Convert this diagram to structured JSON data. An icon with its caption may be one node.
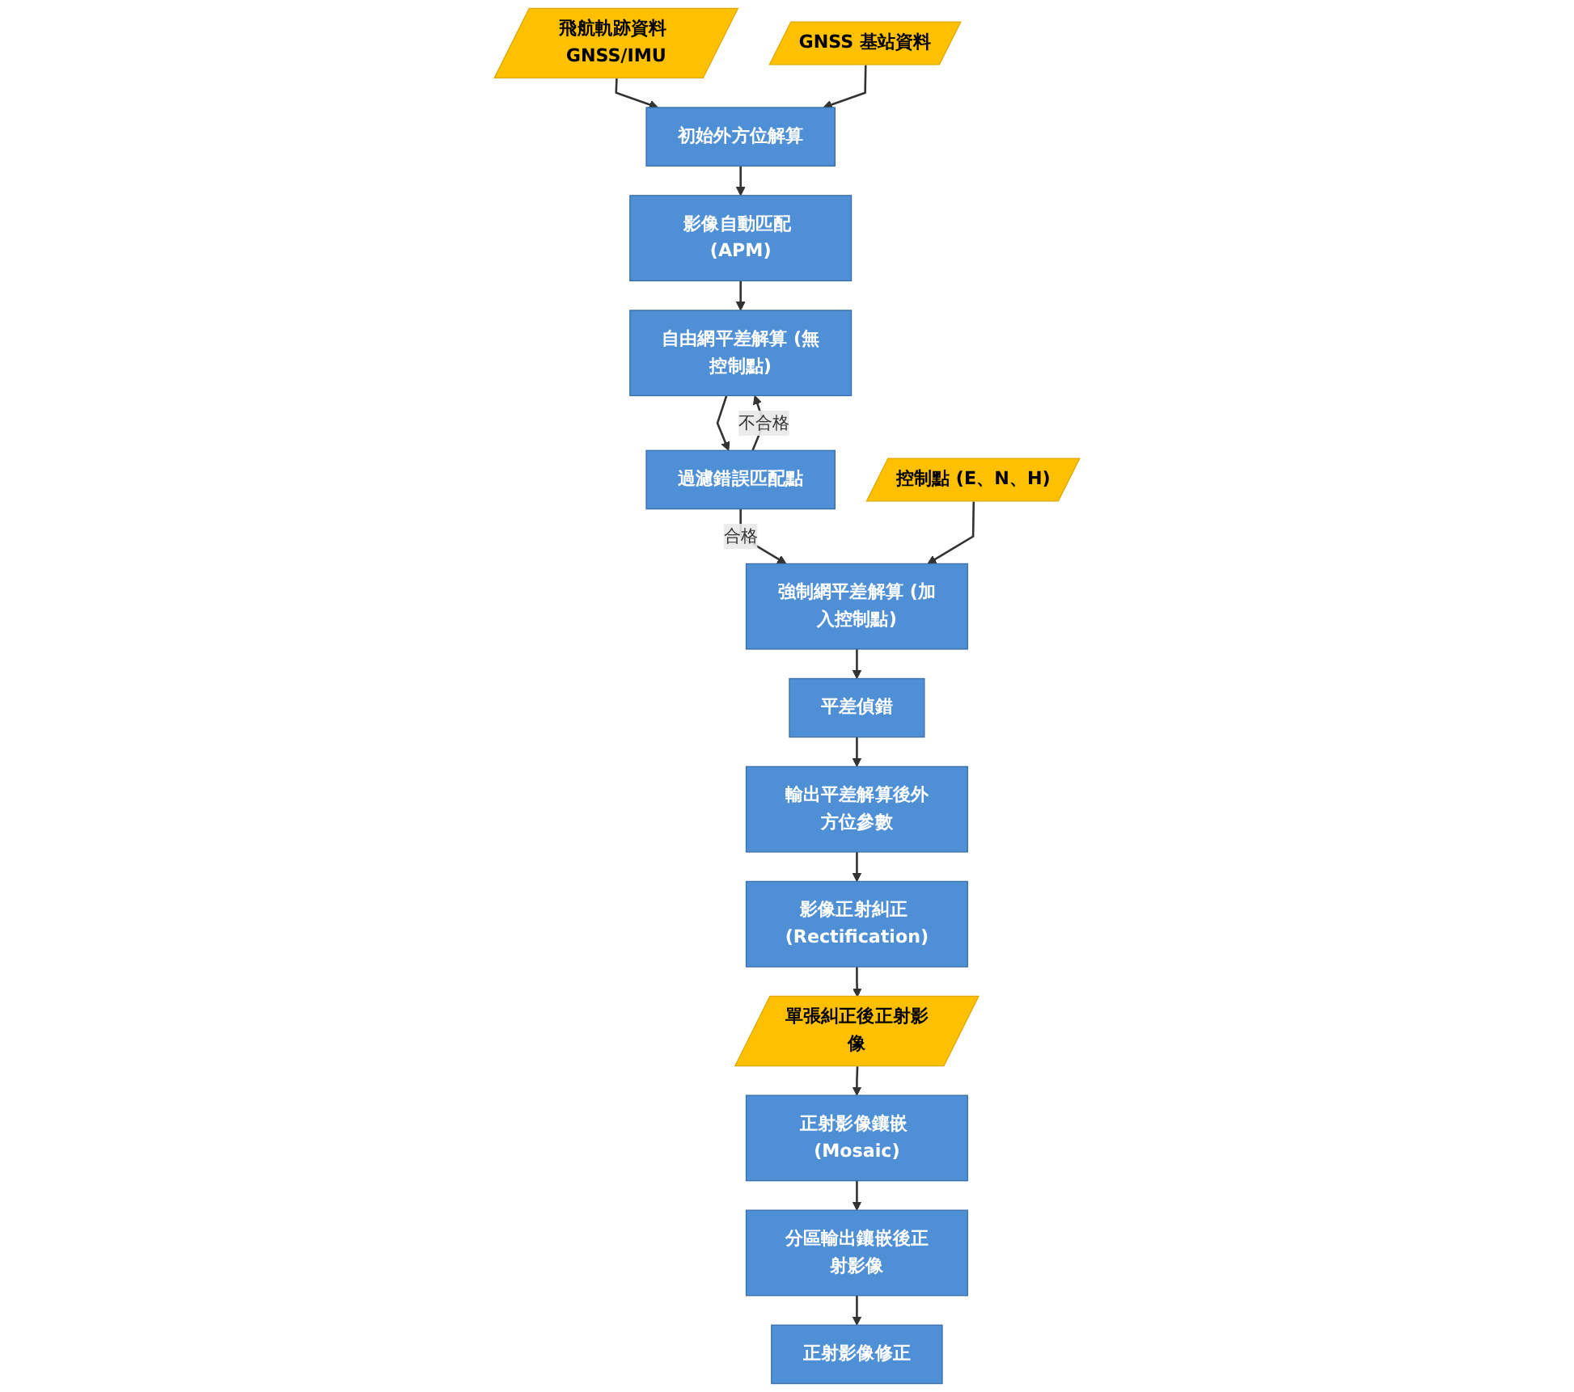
{
  "diagram": {
    "nodes": [
      {
        "text": [
          "飛航軌跡資料 GNSS/IMU"
        ]
      },
      {
        "text": [
          "GNSS 基站資料"
        ]
      },
      {
        "text": [
          "初始外方位解算"
        ]
      },
      {
        "text": [
          "影像自動匹配 (APM)"
        ]
      },
      {
        "text": [
          "自由網平差解算 (無控制點)"
        ]
      },
      {
        "text": [
          "過濾錯誤匹配點"
        ]
      },
      {
        "text": [
          "控制點 (E、N、H)"
        ]
      },
      {
        "text": [
          "強制網平差解算 (加入控制點)"
        ]
      },
      {
        "text": [
          "平差偵錯"
        ]
      },
      {
        "text": [
          "輸出平差解算後外方位參數"
        ]
      },
      {
        "text": [
          "影像正射糾正 (Rectification)"
        ]
      },
      {
        "text": [
          "單張糾正後正射影像"
        ]
      },
      {
        "text": [
          "正射影像鑲嵌 (Mosaic)"
        ]
      },
      {
        "text": [
          "分區輸出鑲嵌後正射影像"
        ]
      },
      {
        "text": [
          "正射影像修正"
        ]
      }
    ],
    "edges": [
      {
        "from": 0,
        "to": 2,
        "arrow": "to"
      },
      {
        "from": 1,
        "to": 2,
        "arrow": "to"
      },
      {
        "from": 2,
        "to": 3,
        "arrow": "to"
      },
      {
        "from": 3,
        "to": 4,
        "arrow": "to"
      },
      {
        "from": 4,
        "to": 5,
        "arrow": "to"
      },
      {
        "from": 5,
        "to": 4,
        "arrow": "to",
        "label": "不合格"
      },
      {
        "from": 5,
        "to": 7,
        "arrow": "to",
        "label": "合格"
      },
      {
        "from": 6,
        "to": 7,
        "arrow": "to"
      },
      {
        "from": 7,
        "to": 8,
        "arrow": "to"
      },
      {
        "from": 8,
        "to": 9,
        "arrow": "to"
      },
      {
        "from": 9,
        "to": 10,
        "arrow": "to"
      },
      {
        "from": 10,
        "to": 11,
        "arrow": "to"
      },
      {
        "from": 11,
        "to": 12,
        "arrow": "to"
      },
      {
        "from": 12,
        "to": 13,
        "arrow": "to"
      },
      {
        "from": 13,
        "to": 14,
        "arrow": "to"
      }
    ]
  }
}
